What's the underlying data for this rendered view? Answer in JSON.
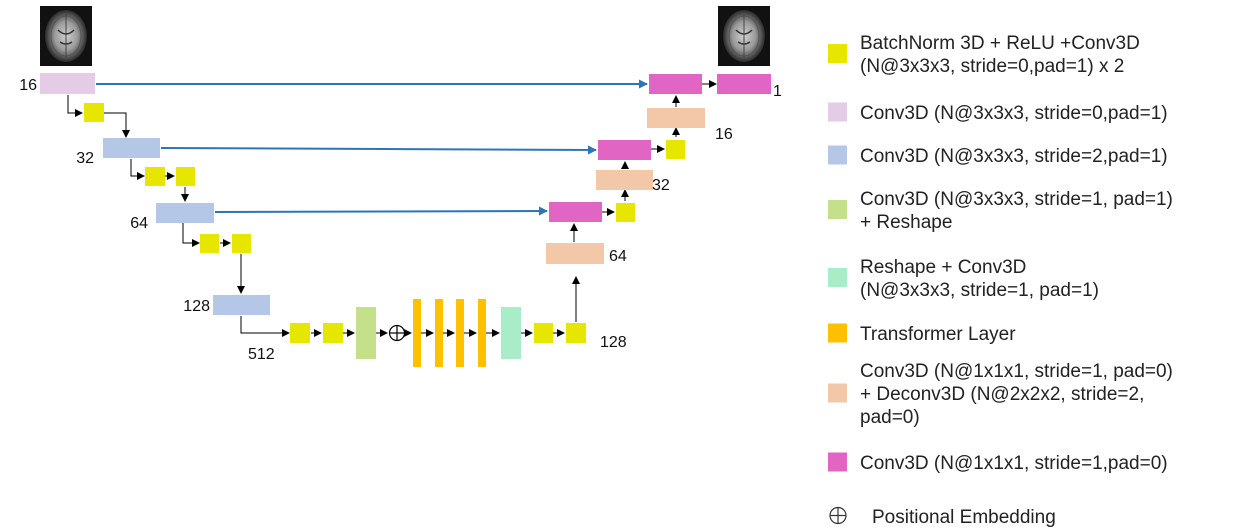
{
  "colors": {
    "yellow": "#E6E600",
    "lilac": "#E4CCE6",
    "blue": "#B4C7E7",
    "lightgreen": "#C5E08A",
    "mint": "#A8ECC8",
    "orange": "#FFC000",
    "peach": "#F2C8A8",
    "pink": "#E166C4",
    "skip_arrow": "#2E75B6",
    "arrow": "#000000"
  },
  "images": {
    "input": "brain-mri-input",
    "output": "brain-mri-output"
  },
  "labels": {
    "enc1": "16",
    "enc2": "32",
    "enc3": "64",
    "enc4": "128",
    "bottleneck": "512",
    "dec_bottom": "128",
    "dec3": "64",
    "dec2": "32",
    "dec1": "16",
    "out": "1"
  },
  "legend": [
    {
      "color": "yellow",
      "lines": [
        "BatchNorm 3D + ReLU +Conv3D",
        "(N@3x3x3, stride=0,pad=1) x 2"
      ]
    },
    {
      "color": "lilac",
      "lines": [
        "Conv3D (N@3x3x3, stride=0,pad=1)"
      ]
    },
    {
      "color": "blue",
      "lines": [
        "Conv3D (N@3x3x3, stride=2,pad=1)"
      ]
    },
    {
      "color": "lightgreen",
      "lines": [
        "Conv3D (N@3x3x3, stride=1, pad=1)",
        "+ Reshape"
      ]
    },
    {
      "color": "mint",
      "lines": [
        "Reshape + Conv3D",
        "(N@3x3x3, stride=1, pad=1)"
      ]
    },
    {
      "color": "orange",
      "lines": [
        "Transformer Layer"
      ]
    },
    {
      "color": "peach",
      "lines": [
        "Conv3D (N@1x1x1, stride=1, pad=0)",
        "+ Deconv3D (N@2x2x2, stride=2,",
        "pad=0)"
      ]
    },
    {
      "color": "pink",
      "lines": [
        "Conv3D (N@1x1x1, stride=1,pad=0)"
      ]
    },
    {
      "symbol": "oplus-icon",
      "lines": [
        "Positional Embedding"
      ]
    }
  ]
}
